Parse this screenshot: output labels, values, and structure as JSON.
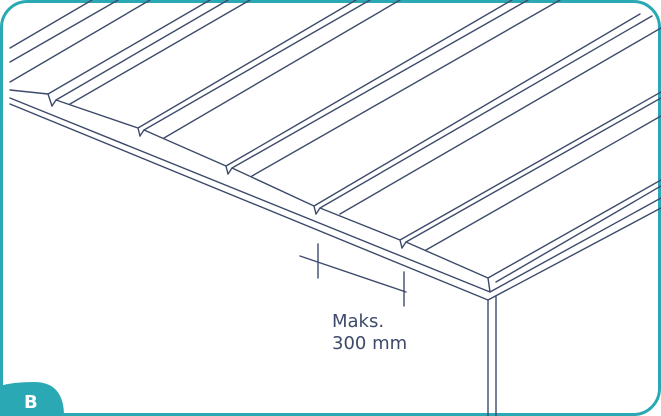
{
  "annotation": {
    "line1": "Maks.",
    "line2": "300 mm"
  },
  "badge": {
    "letter": "B",
    "color": "#2aa9b4"
  },
  "colors": {
    "line": "#3d4a6b",
    "frame": "#2aa9b4",
    "background": "#ffffff"
  }
}
